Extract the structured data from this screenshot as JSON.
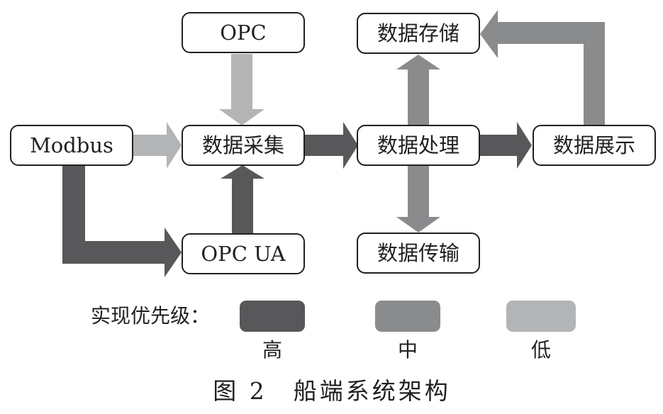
{
  "colors": {
    "high": "#58585a",
    "medium": "#8a8b8d",
    "low": "#b3b4b6",
    "box_stroke": "#231f20",
    "text": "#231f20",
    "background": "#ffffff"
  },
  "nodes": {
    "opc": "OPC",
    "modbus": "Modbus",
    "opc_ua": "OPC UA",
    "data_collect": "数据采集",
    "data_process": "数据处理",
    "data_store": "数据存储",
    "data_transfer": "数据传输",
    "data_display": "数据展示"
  },
  "edges": [
    {
      "from": "opc",
      "to": "data_collect",
      "priority": "low"
    },
    {
      "from": "modbus",
      "to": "data_collect",
      "priority": "low"
    },
    {
      "from": "modbus",
      "to": "opc_ua",
      "priority": "high"
    },
    {
      "from": "opc_ua",
      "to": "data_collect",
      "priority": "high"
    },
    {
      "from": "data_collect",
      "to": "data_process",
      "priority": "high"
    },
    {
      "from": "data_process",
      "to": "data_display",
      "priority": "high"
    },
    {
      "from": "data_process",
      "to": "data_store",
      "priority": "medium"
    },
    {
      "from": "data_process",
      "to": "data_transfer",
      "priority": "medium"
    },
    {
      "from": "data_display",
      "to": "data_store",
      "priority": "medium"
    }
  ],
  "legend": {
    "label": "实现优先级：",
    "high": "高",
    "medium": "中",
    "low": "低"
  },
  "caption": "图 2　船端系统架构"
}
